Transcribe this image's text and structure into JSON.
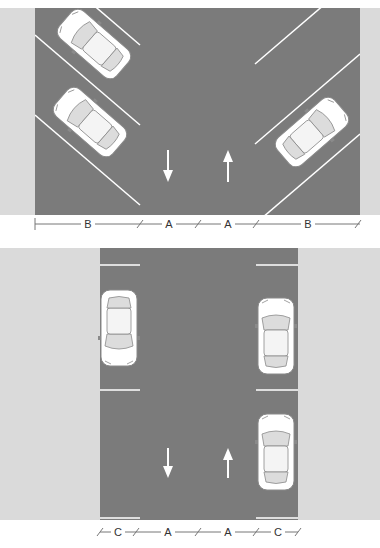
{
  "diagram": {
    "labels": [
      "B",
      "A",
      "A",
      "B",
      "C",
      "A",
      "A",
      "C"
    ]
  }
}
